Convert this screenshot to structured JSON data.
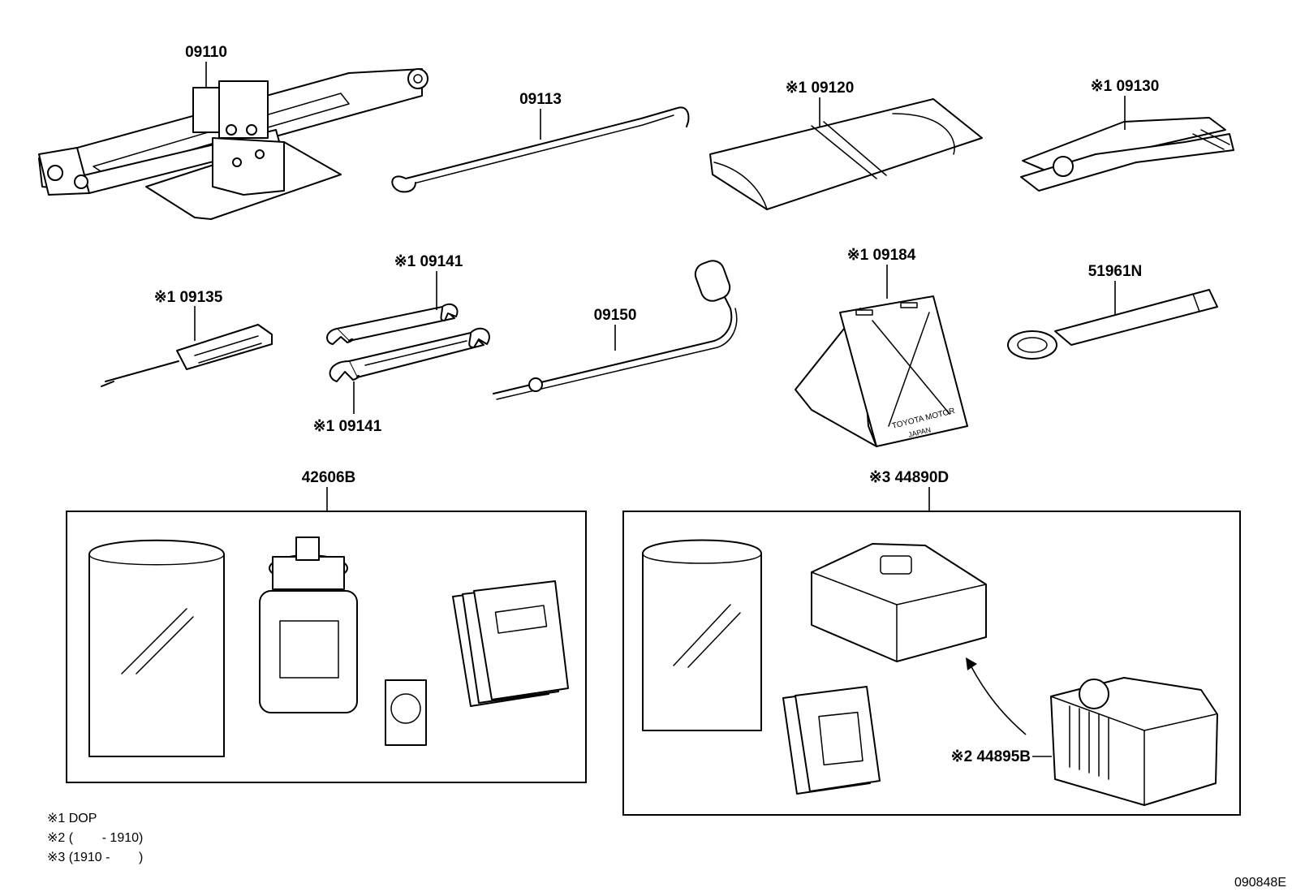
{
  "diagram_id": "090848E",
  "callouts": {
    "jack": "09110",
    "jack_handle": "09113",
    "tool_bag": "※1 09120",
    "pliers": "※1 09130",
    "screwdriver": "※1 09135",
    "wrench_top": "※1 09141",
    "wrench_bottom": "※1 09141",
    "lug_wrench": "09150",
    "triangle_sign": "※1 09184",
    "wheel_nut_tool": "51961N",
    "repair_kit": "42606B",
    "repair_kit_set": "※3 44890D",
    "compressor": "※2 44895B"
  },
  "plate_text": {
    "line1": "TOYOTA MOTOR",
    "line2": "JAPAN"
  },
  "notes": [
    "※1 DOP",
    "※2 (        - 1910)",
    "※3 (1910 -        )"
  ]
}
